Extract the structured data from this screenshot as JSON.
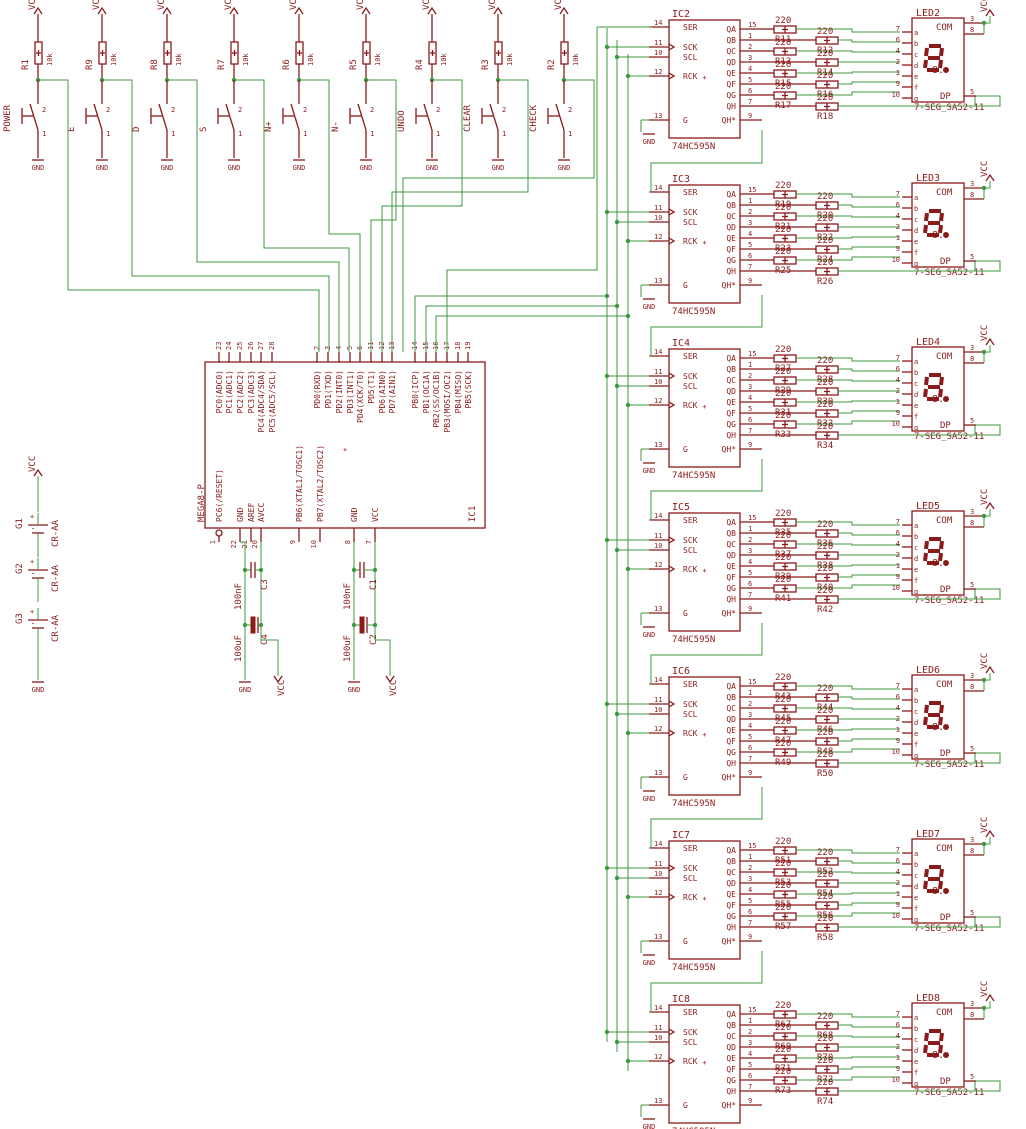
{
  "net_labels": {
    "vcc": "VCC",
    "gnd": "GND"
  },
  "resistor_value": "220",
  "pullup_value": "10k",
  "buttons": [
    {
      "resistor": "R1",
      "label": "POWER"
    },
    {
      "resistor": "R9",
      "label": "E"
    },
    {
      "resistor": "R8",
      "label": "D"
    },
    {
      "resistor": "R7",
      "label": "S"
    },
    {
      "resistor": "R6",
      "label": "N+"
    },
    {
      "resistor": "R5",
      "label": "N-"
    },
    {
      "resistor": "R4",
      "label": "UNDO"
    },
    {
      "resistor": "R3",
      "label": "CLEAR"
    },
    {
      "resistor": "R2",
      "label": "CHECK"
    }
  ],
  "mcu": {
    "name": "IC1",
    "part": "MEGA8-P",
    "top_pins": [
      {
        "num": "23",
        "name": "PC0(ADC0)"
      },
      {
        "num": "24",
        "name": "PC1(ADC1)"
      },
      {
        "num": "25",
        "name": "PC2(ADC2)"
      },
      {
        "num": "26",
        "name": "PC3(ADC3)"
      },
      {
        "num": "27",
        "name": "PC4(ADC4/SDA)"
      },
      {
        "num": "28",
        "name": "PC5(ADC5/SCL)"
      },
      {
        "num": "2",
        "name": "PD0(RXD)"
      },
      {
        "num": "3",
        "name": "PD1(TXD)"
      },
      {
        "num": "4",
        "name": "PD2(INT0)"
      },
      {
        "num": "5",
        "name": "PD3(INT1)"
      },
      {
        "num": "6",
        "name": "PD4(XCK/T0)"
      },
      {
        "num": "11",
        "name": "PD5(T1)"
      },
      {
        "num": "12",
        "name": "PD6(AIN0)"
      },
      {
        "num": "13",
        "name": "PD7(AIN1)"
      },
      {
        "num": "14",
        "name": "PB0(ICP)"
      },
      {
        "num": "15",
        "name": "PB1(OC1A)"
      },
      {
        "num": "16",
        "name": "PB2(SS/OC1B)"
      },
      {
        "num": "17",
        "name": "PB3(MOSI/OC2)"
      },
      {
        "num": "18",
        "name": "PB4(MISO)"
      },
      {
        "num": "19",
        "name": "PB5(SCK)"
      }
    ],
    "bottom_pins": [
      {
        "num": "1",
        "name": "PC6(/RESET)"
      },
      {
        "num": "22",
        "name": "GND"
      },
      {
        "num": "21",
        "name": "AREF"
      },
      {
        "num": "20",
        "name": "AVCC"
      },
      {
        "num": "9",
        "name": "PB6(XTAL1/TOSC1)"
      },
      {
        "num": "10",
        "name": "PB7(XTAL2/TOSC2)"
      },
      {
        "num": "8",
        "name": "GND"
      },
      {
        "num": "7",
        "name": "VCC"
      }
    ]
  },
  "caps": [
    {
      "ref": "C3",
      "value": "100nF"
    },
    {
      "ref": "C4",
      "value": "100uF"
    },
    {
      "ref": "C1",
      "value": "100nF"
    },
    {
      "ref": "C2",
      "value": "100uF"
    }
  ],
  "batteries": [
    {
      "ref": "G1",
      "value": "CR-AA"
    },
    {
      "ref": "G2",
      "value": "CR-AA"
    },
    {
      "ref": "G3",
      "value": "CR-AA"
    }
  ],
  "shift_reg": {
    "part": "74HC595N",
    "left_pins": [
      {
        "num": "14",
        "name": "SER"
      },
      {
        "num": "11",
        "name": "SCK"
      },
      {
        "num": "10",
        "name": "SCL"
      },
      {
        "num": "12",
        "name": "RCK"
      },
      {
        "num": "13",
        "name": "G"
      }
    ],
    "right_pins": [
      {
        "num": "15",
        "name": "QA"
      },
      {
        "num": "1",
        "name": "QB"
      },
      {
        "num": "2",
        "name": "QC"
      },
      {
        "num": "3",
        "name": "QD"
      },
      {
        "num": "4",
        "name": "QE"
      },
      {
        "num": "5",
        "name": "QF"
      },
      {
        "num": "6",
        "name": "QG"
      },
      {
        "num": "7",
        "name": "QH"
      },
      {
        "num": "9",
        "name": "QH*"
      }
    ]
  },
  "display": {
    "part": "7-SEG_SA52-11",
    "com": "COM",
    "dp": "DP",
    "glyph": "8.",
    "pins": [
      {
        "num": "7",
        "seg": "a"
      },
      {
        "num": "6",
        "seg": "b"
      },
      {
        "num": "4",
        "seg": "c"
      },
      {
        "num": "2",
        "seg": "d"
      },
      {
        "num": "1",
        "seg": "e"
      },
      {
        "num": "9",
        "seg": "f"
      },
      {
        "num": "10",
        "seg": "g"
      }
    ],
    "com_pins": [
      "3",
      "8"
    ],
    "dp_pin": "5"
  },
  "stages": [
    {
      "ic": "IC2",
      "led": "LED2",
      "resistors": [
        "R11",
        "R12",
        "R13",
        "R14",
        "R15",
        "R16",
        "R17",
        "R18"
      ]
    },
    {
      "ic": "IC3",
      "led": "LED3",
      "resistors": [
        "R19",
        "R20",
        "R21",
        "R22",
        "R23",
        "R24",
        "R25",
        "R26"
      ]
    },
    {
      "ic": "IC4",
      "led": "LED4",
      "resistors": [
        "R27",
        "R28",
        "R29",
        "R30",
        "R31",
        "R32",
        "R33",
        "R34"
      ]
    },
    {
      "ic": "IC5",
      "led": "LED5",
      "resistors": [
        "R35",
        "R36",
        "R37",
        "R38",
        "R39",
        "R40",
        "R41",
        "R42"
      ]
    },
    {
      "ic": "IC6",
      "led": "LED6",
      "resistors": [
        "R43",
        "R44",
        "R45",
        "R46",
        "R47",
        "R48",
        "R49",
        "R50"
      ]
    },
    {
      "ic": "IC7",
      "led": "LED7",
      "resistors": [
        "R51",
        "R52",
        "R53",
        "R54",
        "R55",
        "R56",
        "R57",
        "R58"
      ]
    },
    {
      "ic": "IC8",
      "led": "LED8",
      "resistors": [
        "R67",
        "R68",
        "R69",
        "R70",
        "R71",
        "R72",
        "R73",
        "R74"
      ]
    }
  ]
}
